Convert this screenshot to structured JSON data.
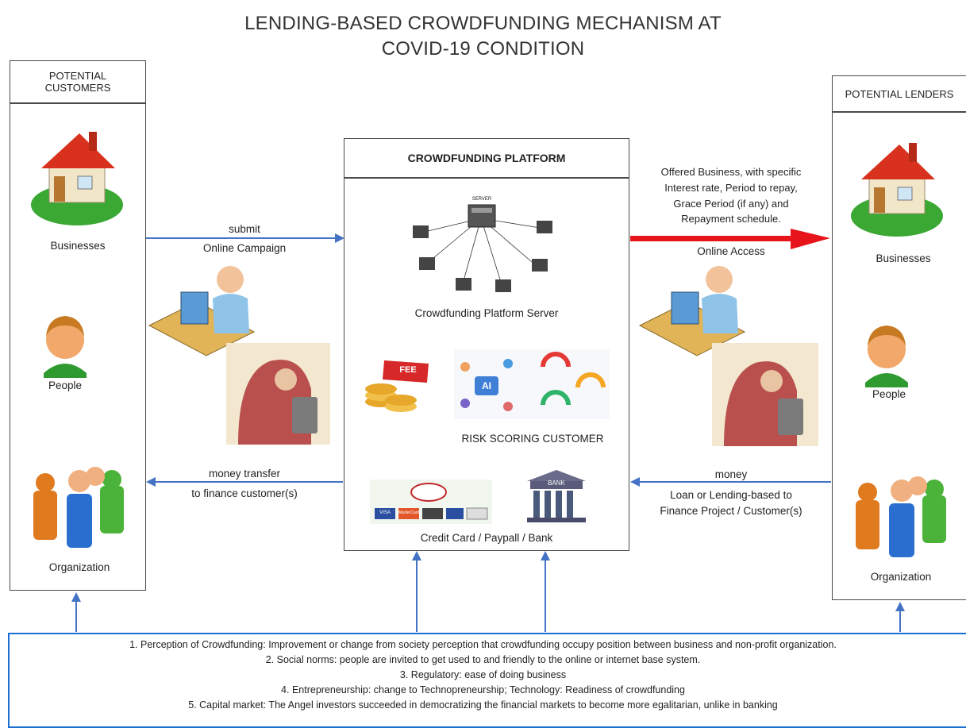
{
  "title": {
    "line1": "LENDING-BASED CROWDFUNDING MECHANISM AT",
    "line2": "COVID-19 CONDITION"
  },
  "customers": {
    "header_line1": "POTENTIAL",
    "header_line2": "CUSTOMERS",
    "businesses": "Businesses",
    "people": "People",
    "organization": "Organization"
  },
  "lenders": {
    "header": "POTENTIAL LENDERS",
    "businesses": "Businesses",
    "people": "People",
    "organization": "Organization"
  },
  "platform": {
    "header": "CROWDFUNDING PLATFORM",
    "server_caption": "Crowdfunding Platform Server",
    "server_label": "SERVER",
    "fee_label": "FEE",
    "ai_label": "AI",
    "risk_caption": "RISK SCORING CUSTOMER",
    "bank_label": "BANK",
    "payment_caption": "Credit Card / Paypall / Bank",
    "card_labels": [
      "VISA",
      "MasterCard",
      "",
      "",
      ""
    ]
  },
  "arrows": {
    "submit": "submit",
    "online_campaign": "Online Campaign",
    "money_transfer": "money transfer",
    "to_finance": "to finance customer(s)",
    "offered_line1": "Offered Business, with specific",
    "offered_line2": "Interest rate, Period to repay,",
    "offered_line3": "Grace Period (if any) and",
    "offered_line4": "Repayment schedule.",
    "online_access": "Online Access",
    "money": "money",
    "loan_line1": "Loan or Lending-based to",
    "loan_line2": "Finance Project / Customer(s)"
  },
  "factors": [
    "1. Perception of Crowdfunding: Improvement or change from society perception that crowdfunding occupy position between business and non-profit organization.",
    "2. Social norms: people are invited to get used to and friendly to the online or internet base system.",
    "3. Regulatory: ease of doing business",
    "4. Entrepreneurship: change to Technopreneurship; Technology: Readiness of crowdfunding",
    "5. Capital market: The Angel investors succeeded in democratizing the financial markets to become more egalitarian, unlike in banking"
  ],
  "colors": {
    "blue_arrow": "#4472c4",
    "red_arrow": "#e8141b",
    "bottom_border": "#1b6fd1",
    "box_border": "#4a4a4a"
  }
}
